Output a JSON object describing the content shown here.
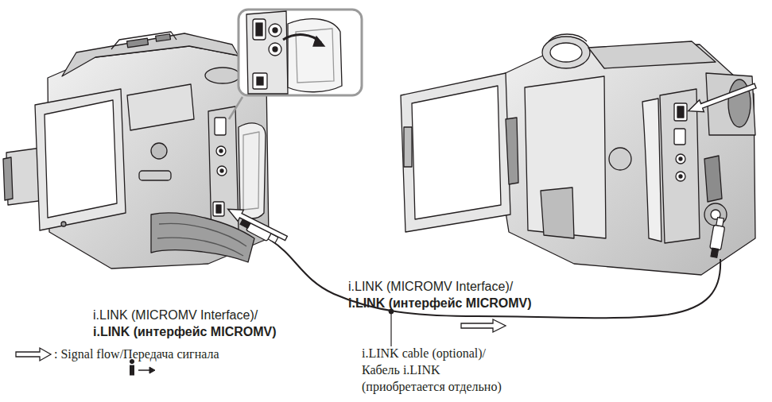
{
  "diagram": {
    "labels": [
      "i.LINK (MICROMV Interface)/",
      "i.LINK (интерфейс MICROMV)",
      "i.LINK (MICROMV Interface)/",
      "i.LINK (интерфейс MICROMV)",
      "i.LINK cable (optional)/ Кабель i.LINK (приобретается отдельно)"
    ],
    "legend": [
      {
        "text": ": Signal flow/Передача сигнала"
      }
    ]
  }
}
